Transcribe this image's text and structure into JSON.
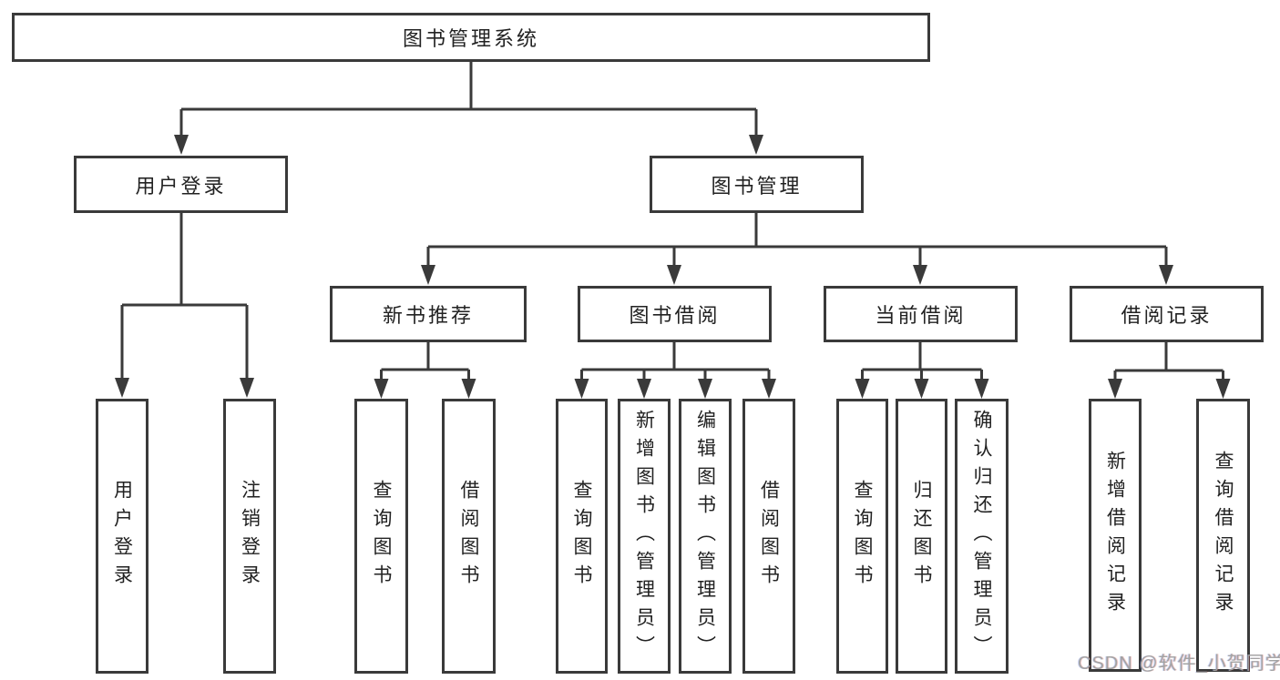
{
  "colors": {
    "line": "#3a3a3a",
    "border": "#3a3a3a",
    "text": "#222222",
    "bg": "#ffffff",
    "watermark": "#a3a3a3"
  },
  "watermark": "CSDN @软件_小贺同学",
  "nodes": {
    "root": {
      "label": "图书管理系统"
    },
    "user_login": {
      "label": "用户登录"
    },
    "book_mgmt": {
      "label": "图书管理"
    },
    "user_login_children": [
      {
        "label": "用户登录"
      },
      {
        "label": "注销登录"
      }
    ],
    "book_mgmt_children": [
      {
        "label": "新书推荐"
      },
      {
        "label": "图书借阅"
      },
      {
        "label": "当前借阅"
      },
      {
        "label": "借阅记录"
      }
    ],
    "new_book_children": [
      {
        "label": "查询图书"
      },
      {
        "label": "借阅图书"
      }
    ],
    "book_borrow_children": [
      {
        "label": "查询图书"
      },
      {
        "label": "新增图书（管理员）"
      },
      {
        "label": "编辑图书（管理员）"
      },
      {
        "label": "借阅图书"
      }
    ],
    "current_borrow_children": [
      {
        "label": "查询图书"
      },
      {
        "label": "归还图书"
      },
      {
        "label": "确认归还（管理员）"
      }
    ],
    "record_children": [
      {
        "label": "新增借阅记录"
      },
      {
        "label": "查询借阅记录"
      }
    ]
  }
}
